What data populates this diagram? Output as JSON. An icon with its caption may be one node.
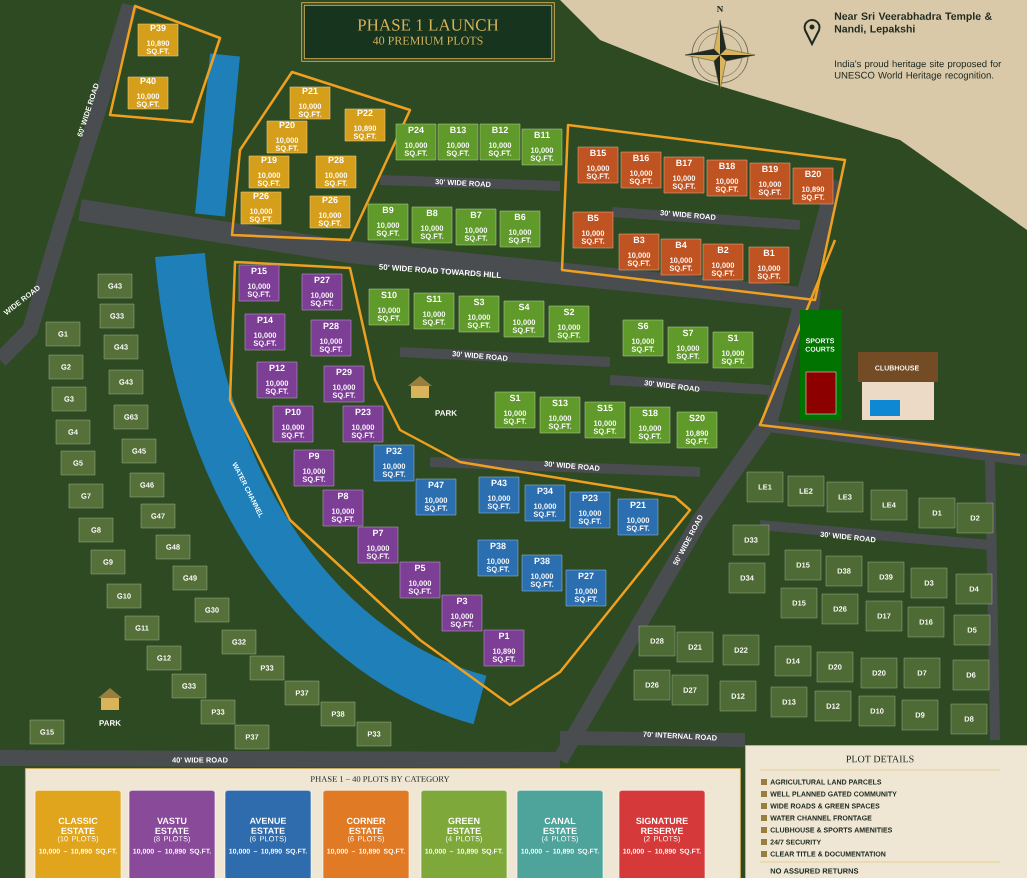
{
  "diagram": {
    "title": "PHASE 1 LAUNCH",
    "nodes": [
      {
        "text": [
          "P39",
          "10,890 SQ.FT."
        ]
      },
      {
        "text": [
          "P40",
          "10,000 SQ.FT."
        ]
      },
      {
        "text": [
          "P21",
          "10,000 SQ.FT."
        ]
      },
      {
        "text": [
          "P22",
          "10,890 SQ.FT."
        ]
      },
      {
        "text": [
          "P20",
          "10,000 SQ.FT."
        ]
      },
      {
        "text": [
          "P28",
          "10,000 SQ.FT."
        ]
      },
      {
        "text": [
          "P19",
          "10,000 SQ.FT."
        ]
      },
      {
        "text": [
          "P26",
          "10,000 SQ.FT."
        ]
      },
      {
        "text": [
          "P26",
          "10,000 SQ.FT."
        ]
      },
      {
        "text": [
          "P24",
          "10,000 SQ.FT."
        ]
      },
      {
        "text": [
          "B13",
          "10,000 SQ.FT."
        ]
      },
      {
        "text": [
          "B12",
          "10,000 SQ.FT."
        ]
      },
      {
        "text": [
          "B11",
          "10,000 SQ.FT."
        ]
      },
      {
        "text": [
          "B9",
          "10,000 SQ.FT."
        ]
      },
      {
        "text": [
          "B8",
          "10,000 SQ.FT."
        ]
      },
      {
        "text": [
          "B7",
          "10,000 SQ.FT."
        ]
      },
      {
        "text": [
          "B6",
          "10,000 SQ.FT."
        ]
      },
      {
        "text": [
          "B15",
          "10,000 SQ.FT."
        ]
      },
      {
        "text": [
          "B16",
          "10,000 SQ.FT."
        ]
      },
      {
        "text": [
          "B17",
          "10,000 SQ.FT."
        ]
      },
      {
        "text": [
          "B18",
          "10,000 SQ.FT."
        ]
      },
      {
        "text": [
          "B19",
          "10,000 SQ.FT."
        ]
      },
      {
        "text": [
          "B20",
          "10,890 SQ.FT."
        ]
      },
      {
        "text": [
          "B5",
          "10,000 SQ.FT."
        ]
      },
      {
        "text": [
          "B3",
          "10,000 SQ.FT."
        ]
      },
      {
        "text": [
          "B4",
          "10,000 SQ.FT."
        ]
      },
      {
        "text": [
          "B2",
          "10,000 SQ.FT."
        ]
      },
      {
        "text": [
          "B1",
          "10,000 SQ.FT."
        ]
      },
      {
        "text": [
          "P15",
          "10,000 SQ.FT."
        ]
      },
      {
        "text": [
          "P27",
          "10,000 SQ.FT."
        ]
      },
      {
        "text": [
          "S10",
          "10,000 SQ.FT."
        ]
      },
      {
        "text": [
          "S11",
          "10,000 SQ.FT."
        ]
      },
      {
        "text": [
          "S3",
          "10,000 SQ.FT."
        ]
      },
      {
        "text": [
          "S4",
          "10,000 SQ.FT."
        ]
      },
      {
        "text": [
          "S2",
          "10,000 SQ.FT."
        ]
      },
      {
        "text": [
          "S6",
          "10,000 SQ.FT."
        ]
      },
      {
        "text": [
          "S7",
          "10,000 SQ.FT."
        ]
      },
      {
        "text": [
          "S1",
          "10,000 SQ.FT."
        ]
      },
      {
        "text": [
          "P14",
          "10,000 SQ.FT."
        ]
      },
      {
        "text": [
          "P28",
          "10,000 SQ.FT."
        ]
      },
      {
        "text": [
          "P12",
          "10,000 SQ.FT."
        ]
      },
      {
        "text": [
          "P29",
          "10,000 SQ.FT."
        ]
      },
      {
        "text": [
          "S1",
          "10,000 SQ.FT."
        ]
      },
      {
        "text": [
          "S13",
          "10,000 SQ.FT."
        ]
      },
      {
        "text": [
          "S15",
          "10,000 SQ.FT."
        ]
      },
      {
        "text": [
          "S18",
          "10,000 SQ.FT."
        ]
      },
      {
        "text": [
          "S20",
          "10,890 SQ.FT."
        ]
      },
      {
        "text": [
          "P10",
          "10,000 SQ.FT."
        ]
      },
      {
        "text": [
          "P23",
          "10,000 SQ.FT."
        ]
      },
      {
        "text": [
          "P9",
          "10,000 SQ.FT."
        ]
      },
      {
        "text": [
          "P32",
          "10,000 SQ.FT."
        ]
      },
      {
        "text": [
          "P47",
          "10,000 SQ.FT."
        ]
      },
      {
        "text": [
          "P43",
          "10,000 SQ.FT."
        ]
      },
      {
        "text": [
          "P34",
          "10,000 SQ.FT."
        ]
      },
      {
        "text": [
          "P23",
          "10,000 SQ.FT."
        ]
      },
      {
        "text": [
          "P21",
          "10,000 SQ.FT."
        ]
      },
      {
        "text": [
          "P8",
          "10,000 SQ.FT."
        ]
      },
      {
        "text": [
          "P7",
          "10,000 SQ.FT."
        ]
      },
      {
        "text": [
          "P38",
          "10,000 SQ.FT."
        ]
      },
      {
        "text": [
          "P38",
          "10,000 SQ.FT."
        ]
      },
      {
        "text": [
          "P27",
          "10,000 SQ.FT."
        ]
      },
      {
        "text": [
          "P5",
          "10,000 SQ.FT."
        ]
      },
      {
        "text": [
          "P3",
          "10,000 SQ.FT."
        ]
      },
      {
        "text": [
          "P1",
          "10,890 SQ.FT."
        ]
      },
      {
        "text": [
          "G43"
        ]
      },
      {
        "text": [
          "G33"
        ]
      },
      {
        "text": [
          "G1"
        ]
      },
      {
        "text": [
          "G43"
        ]
      },
      {
        "text": [
          "G2"
        ]
      },
      {
        "text": [
          "G43"
        ]
      },
      {
        "text": [
          "G3"
        ]
      },
      {
        "text": [
          "G63"
        ]
      },
      {
        "text": [
          "G4"
        ]
      },
      {
        "text": [
          "G45"
        ]
      },
      {
        "text": [
          "G5"
        ]
      },
      {
        "text": [
          "G46"
        ]
      },
      {
        "text": [
          "G7"
        ]
      },
      {
        "text": [
          "G47"
        ]
      },
      {
        "text": [
          "G8"
        ]
      },
      {
        "text": [
          "G48"
        ]
      },
      {
        "text": [
          "G9"
        ]
      },
      {
        "text": [
          "G49"
        ]
      },
      {
        "text": [
          "G10"
        ]
      },
      {
        "text": [
          "G30"
        ]
      },
      {
        "text": [
          "G11"
        ]
      },
      {
        "text": [
          "G32"
        ]
      },
      {
        "text": [
          "G12"
        ]
      },
      {
        "text": [
          "P33"
        ]
      },
      {
        "text": [
          "G33"
        ]
      },
      {
        "text": [
          "P37"
        ]
      },
      {
        "text": [
          "P33"
        ]
      },
      {
        "text": [
          "P38"
        ]
      },
      {
        "text": [
          "P37"
        ]
      },
      {
        "text": [
          "P33"
        ]
      },
      {
        "text": [
          "G15"
        ]
      },
      {
        "text": [
          "LE1"
        ]
      },
      {
        "text": [
          "LE2"
        ]
      },
      {
        "text": [
          "LE3"
        ]
      },
      {
        "text": [
          "LE4"
        ]
      },
      {
        "text": [
          "D1"
        ]
      },
      {
        "text": [
          "D2"
        ]
      },
      {
        "text": [
          "D33"
        ]
      },
      {
        "text": [
          "D34"
        ]
      },
      {
        "text": [
          "D15"
        ]
      },
      {
        "text": [
          "D38"
        ]
      },
      {
        "text": [
          "D39"
        ]
      },
      {
        "text": [
          "D3"
        ]
      },
      {
        "text": [
          "D4"
        ]
      },
      {
        "text": [
          "D15"
        ]
      },
      {
        "text": [
          "D26"
        ]
      },
      {
        "text": [
          "D17"
        ]
      },
      {
        "text": [
          "D16"
        ]
      },
      {
        "text": [
          "D5"
        ]
      },
      {
        "text": [
          "D28"
        ]
      },
      {
        "text": [
          "D21"
        ]
      },
      {
        "text": [
          "D22"
        ]
      },
      {
        "text": [
          "D14"
        ]
      },
      {
        "text": [
          "D20"
        ]
      },
      {
        "text": [
          "D20"
        ]
      },
      {
        "text": [
          "D7"
        ]
      },
      {
        "text": [
          "D6"
        ]
      },
      {
        "text": [
          "D26"
        ]
      },
      {
        "text": [
          "D27"
        ]
      },
      {
        "text": [
          "D12"
        ]
      },
      {
        "text": [
          "D13"
        ]
      },
      {
        "text": [
          "D12"
        ]
      },
      {
        "text": [
          "D10"
        ]
      },
      {
        "text": [
          "D9"
        ]
      },
      {
        "text": [
          "D8"
        ]
      },
      {
        "text": [
          "PHASE 1 – 40 PLOTS BY CATEGORY"
        ]
      },
      {
        "text": [
          "CLASSIC ESTATE",
          "(10 PLOTS)",
          "10,000 – 10,890 SQ.FT."
        ],
        "in": 129
      },
      {
        "text": [
          "VASTU ESTATE",
          "(8 PLOTS)",
          "10,000 – 10,890 SQ.FT."
        ],
        "in": 129
      },
      {
        "text": [
          "AVENUE ESTATE",
          "(6 PLOTS)",
          "10,000 – 10,890 SQ.FT."
        ],
        "in": 129
      },
      {
        "text": [
          "CORNER ESTATE",
          "(6 PLOTS)",
          "10,000 – 10,890 SQ.FT."
        ],
        "in": 129
      },
      {
        "text": [
          "GREEN ESTATE",
          "(4 PLOTS)",
          "10,000 – 10,890 SQ.FT."
        ],
        "in": 129
      },
      {
        "text": [
          "CANAL ESTATE",
          "(4 PLOTS)",
          "10,000 – 10,890 SQ.FT."
        ],
        "in": 129
      },
      {
        "text": [
          "SIGNATURE RESERVE",
          "(2 PLOTS)",
          "10,000 – 10,890 SQ.FT."
        ],
        "in": 129
      },
      {
        "text": [
          "PLOT DETAILS",
          "AGRICULTURAL LAND PARCELS",
          "WELL PLANNED GATED COMMUNITY",
          "WIDE ROADS & GREEN SPACES",
          "WATER CHANNEL FRONTAGE",
          "CLUBHOUSE & SPORTS AMENITIES",
          "24/7 SECURITY",
          "CLEAR TITLE & DOCUMENTATION",
          "NO ASSURED RETURNS"
        ]
      }
    ],
    "labels": [
      "40 PREMIUM PLOTS",
      "N",
      "Near Sri Veerabhadra Temple & Nandi, Lepakshi",
      "India's proud heritage site proposed for UNESCO World Heritage recognition.",
      "60' WIDE ROAD",
      "30' WIDE ROAD",
      "30' WIDE ROAD",
      "50' WIDE ROAD TOWARDS HILL",
      "WIDE ROAD",
      "30' WIDE ROAD",
      "SPORTS COURTS",
      "CLUBHOUSE",
      "30' WIDE ROAD",
      "PARK",
      "30' WIDE ROAD",
      "WATER CHANNEL",
      "50' WIDE ROAD",
      "30' WIDE ROAD",
      "PARK",
      "70' INTERNAL ROAD",
      "40' WIDE ROAD"
    ]
  }
}
